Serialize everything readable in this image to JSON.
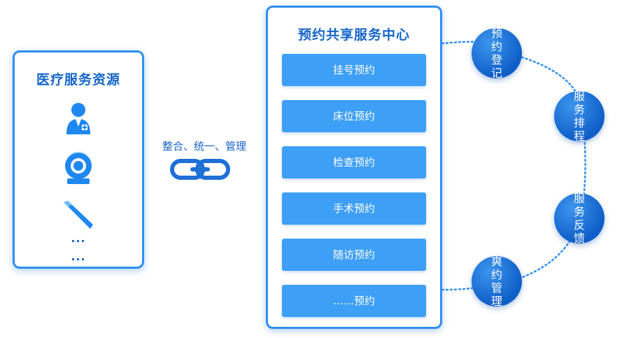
{
  "left_panel": {
    "title": "医疗服务资源",
    "icons": [
      "doctor-icon",
      "ct-scanner-icon",
      "scalpel-icon"
    ],
    "ellipsis_1": "...",
    "ellipsis_2": "..."
  },
  "link": {
    "label": "整合、统一、管理",
    "icon": "chain-link-icon"
  },
  "center_panel": {
    "title": "预约共享服务中心",
    "items": [
      "挂号预约",
      "床位预约",
      "检查预约",
      "手术预约",
      "随访预约",
      "……预约"
    ]
  },
  "cycle": {
    "steps": [
      "预约登记",
      "服务排程",
      "服务反馈",
      "爽约管理"
    ]
  },
  "colors": {
    "primary": "#2f8ef0",
    "title": "#1565c8",
    "item_bg": "#3d9ff5",
    "circle": "#1a6fd6"
  }
}
